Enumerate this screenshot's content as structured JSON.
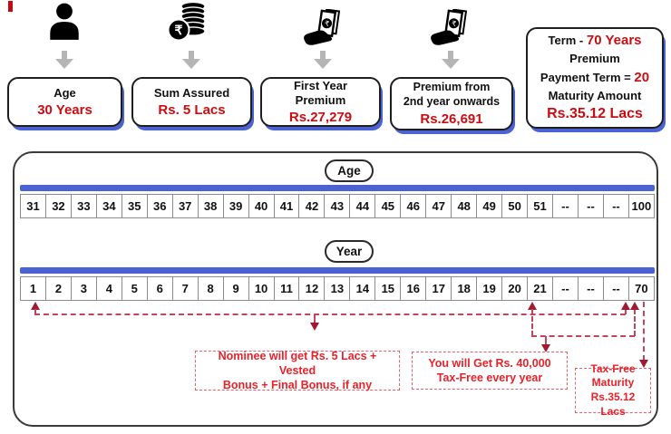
{
  "colors": {
    "accent_blue": "#4a62d2",
    "value_red": "#c90d12",
    "annotation_red": "#e8222a",
    "note_border_red": "#e4606a",
    "connector_red": "#c2455c",
    "arrowhead_red": "#9e1b32",
    "arrow_gray": "#b5b5b5"
  },
  "cards": [
    {
      "icon": "person-icon",
      "title": "Age",
      "value": "30 Years"
    },
    {
      "icon": "rupee-coins-icon",
      "title": "Sum Assured",
      "value": "Rs. 5 Lacs"
    },
    {
      "icon": "hand-money-icon",
      "title": "First Year Premium",
      "value": "Rs.27,279"
    },
    {
      "icon": "hand-money-icon",
      "title": "Premium from\n2nd year onwards",
      "value": "Rs.26,691"
    }
  ],
  "term_card": {
    "term_label": "Term -",
    "term_value": "70 Years",
    "premium_label": "Premium",
    "payment_label": "Payment Term =",
    "payment_value": "20",
    "maturity_label": "Maturity Amount",
    "maturity_value": "Rs.35.12 Lacs"
  },
  "timeline": {
    "age_label": "Age",
    "age_cells": [
      "31",
      "32",
      "33",
      "34",
      "35",
      "36",
      "37",
      "38",
      "39",
      "40",
      "41",
      "42",
      "43",
      "44",
      "45",
      "46",
      "47",
      "48",
      "49",
      "50",
      "51",
      "--",
      "--",
      "--",
      "100"
    ],
    "year_label": "Year",
    "year_cells": [
      "1",
      "2",
      "3",
      "4",
      "5",
      "6",
      "7",
      "8",
      "9",
      "10",
      "11",
      "12",
      "13",
      "14",
      "15",
      "16",
      "17",
      "18",
      "19",
      "20",
      "21",
      "--",
      "--",
      "--",
      "70"
    ]
  },
  "annotations": {
    "nominee": "Nominee will get Rs. 5 Lacs + Vested\nBonus + Final Bonus, if any",
    "payout": "You will Get Rs. 40,000\nTax-Free every year",
    "maturity": "Tax-Free\nMaturity\nRs.35.12 Lacs"
  }
}
